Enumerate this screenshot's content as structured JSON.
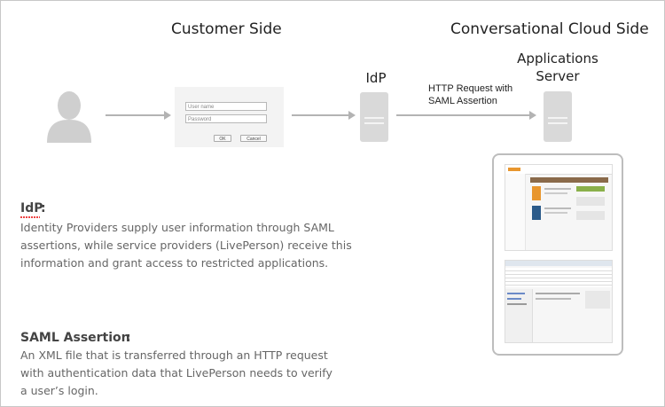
{
  "headers": {
    "customer_side": "Customer Side",
    "conversational_cloud_side": "Conversational Cloud Side"
  },
  "nodes": {
    "idp_label": "IdP",
    "app_server_label_line1": "Applications",
    "app_server_label_line2": "Server"
  },
  "arrows": {
    "request_label_line1": "HTTP Request with",
    "request_label_line2": "SAML Assertion"
  },
  "login_form": {
    "username_placeholder": "User name",
    "password_placeholder": "Password",
    "ok_label": "OK",
    "cancel_label": "Cancel"
  },
  "definitions": {
    "idp": {
      "term": "IdP",
      "line1": "Identity Providers supply user information through  SAML",
      "line2": "assertions, while service providers (LivePerson) receive this",
      "line3": "information and grant access to restricted applications."
    },
    "saml": {
      "term": "SAML Assertion",
      "line1": "An XML file that is transferred through an HTTP request",
      "line2": "with authentication data that LivePerson needs to verify",
      "line3": "a user’s login."
    }
  },
  "colors": {
    "server_gray": "#d9d9d9",
    "arrow_gray": "#b3b3b3",
    "user_icon_gray": "#cfcfcf",
    "accent_orange": "#e8962e"
  }
}
